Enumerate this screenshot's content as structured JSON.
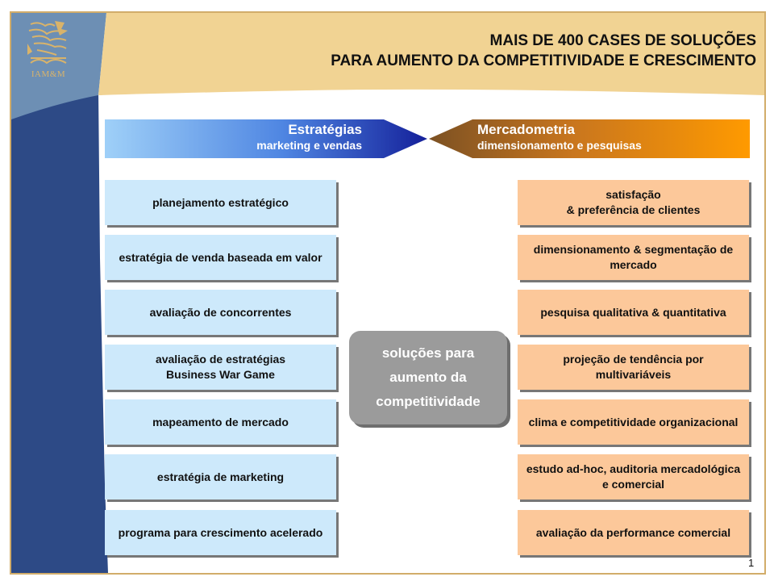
{
  "title": {
    "line1": "MAIS DE 400 CASES DE SOLUÇÕES",
    "line2": "PARA AUMENTO  DA COMPETITIVIDADE  E CRESCIMENTO"
  },
  "logo": {
    "text": "IAM&M",
    "icon": "lion-crest-icon"
  },
  "left_banner": {
    "title": "Estratégias",
    "subtitle": "marketing e vendas"
  },
  "right_banner": {
    "title": "Mercadometria",
    "subtitle": "dimensionamento e pesquisas"
  },
  "left_items": [
    "planejamento estratégico",
    "estratégia de venda baseada em valor",
    "avaliação de concorrentes",
    "avaliação de estratégias\nBusiness War Game",
    "mapeamento de mercado",
    "estratégia de marketing",
    "programa para crescimento acelerado"
  ],
  "right_items": [
    "satisfação\n& preferência de clientes",
    "dimensionamento & segmentação de mercado",
    "pesquisa qualitativa & quantitativa",
    "projeção de tendência por multivariáveis",
    "clima e competitividade organizacional",
    "estudo ad-hoc, auditoria mercadológica e comercial",
    "avaliação da performance comercial"
  ],
  "center": {
    "line1": "soluções para",
    "line2": "aumento da",
    "line3": "competitividade"
  },
  "page_number": "1",
  "colors": {
    "accent_gold": "#f1d393",
    "sidebar_blue": "#2d4a86",
    "box_blue": "#cde9fb",
    "box_orange": "#fcc89a",
    "center_gray": "#9b9b9b"
  }
}
